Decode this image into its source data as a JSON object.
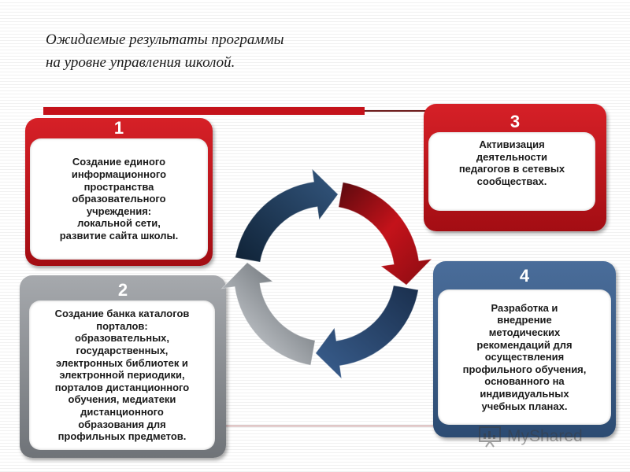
{
  "title": {
    "line1": "Ожидаемые результаты программы",
    "line2": "на уровне управления школой."
  },
  "boxes": [
    {
      "number": "1",
      "lines": [
        "Создание единого",
        "информационного",
        "пространства",
        "образовательного",
        "учреждения:",
        "локальной сети,",
        "развитие сайта школы."
      ]
    },
    {
      "number": "2",
      "lines": [
        "Создание банка каталогов",
        "порталов:",
        "образовательных,",
        "государственных,",
        "электронных библиотек и",
        "электронной периодики,",
        "порталов дистанционного",
        "обучения, медиатеки",
        "дистанционного",
        "образования для",
        "профильных предметов."
      ]
    },
    {
      "number": "3",
      "lines": [
        "Активизация",
        "деятельности",
        "педагогов в сетевых",
        "сообществах."
      ]
    },
    {
      "number": "4",
      "lines": [
        "Разработка и",
        "внедрение",
        "методических",
        "рекомендаций для",
        "осуществления",
        "профильного обучения,",
        "основанного на",
        "индивидуальных",
        "учебных планах."
      ]
    }
  ],
  "cycle_arrows": [
    {
      "color": "#1c3554",
      "icon": "arrow-navy"
    },
    {
      "color": "#c4121a",
      "icon": "arrow-red"
    },
    {
      "color": "#23406b",
      "icon": "arrow-blue"
    },
    {
      "color": "#8c9196",
      "icon": "arrow-gray"
    }
  ],
  "watermark": {
    "text": "MyShared"
  }
}
